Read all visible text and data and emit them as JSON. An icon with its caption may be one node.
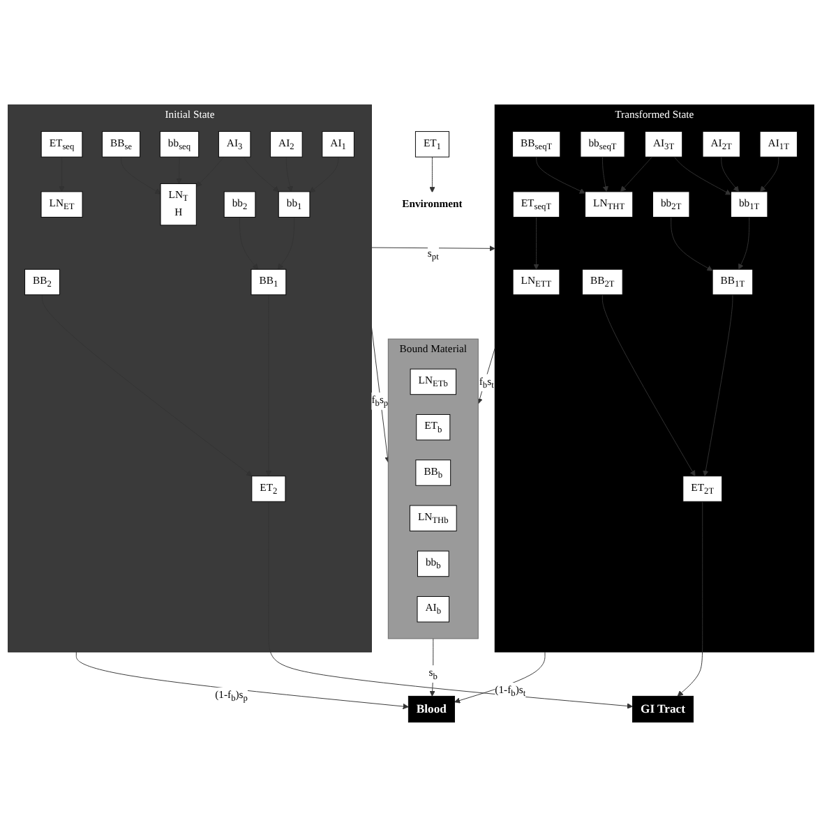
{
  "diagram": {
    "nodes": [
      {
        "text": [
          "Environment"
        ]
      },
      {
        "text": [
          "GI Tract"
        ]
      },
      {
        "text": [
          "ET$_{1}$"
        ]
      },
      {
        "text": [
          "Initial State"
        ]
      },
      {
        "text": [
          "LN$_{ET}$"
        ],
        "in": 3
      },
      {
        "text": [
          "ET$_{seq}$"
        ],
        "in": 3
      },
      {
        "text": [
          "ET$_{2}$"
        ],
        "in": 3
      },
      {
        "text": [
          "LN$_{T}$",
          "H"
        ],
        "in": 3
      },
      {
        "text": [
          "BB$_{se}$"
        ],
        "in": 3
      },
      {
        "text": [
          "BB$_{2}$"
        ],
        "in": 3
      },
      {
        "text": [
          "BB$_{1}$"
        ],
        "in": 3
      },
      {
        "text": [
          "bb$_{seq}$"
        ],
        "in": 3
      },
      {
        "text": [
          "bb$_{2}$"
        ],
        "in": 3
      },
      {
        "text": [
          "bb$_{1}$"
        ],
        "in": 3
      },
      {
        "text": [
          "AI$_{3}$"
        ],
        "in": 3
      },
      {
        "text": [
          "AI$_{2}$"
        ],
        "in": 3
      },
      {
        "text": [
          "AI$_{1}$"
        ],
        "in": 3
      },
      {
        "text": [
          "Transformed State"
        ]
      },
      {
        "text": [
          "LN$_{ETT}$"
        ],
        "in": 17
      },
      {
        "text": [
          "ET$_{seqT}$"
        ],
        "in": 17
      },
      {
        "text": [
          "ET$_{2T}$"
        ],
        "in": 17
      },
      {
        "text": [
          "LN$_{THT}$"
        ],
        "in": 17
      },
      {
        "text": [
          "BB$_{seqT}$"
        ],
        "in": 17
      },
      {
        "text": [
          "BB$_{2T}$"
        ],
        "in": 17
      },
      {
        "text": [
          "BB$_{1T}$"
        ],
        "in": 17
      },
      {
        "text": [
          "bb$_{seqT}$"
        ],
        "in": 17
      },
      {
        "text": [
          "bb$_{2T}$"
        ],
        "in": 17
      },
      {
        "text": [
          "bb$_{1T}$"
        ],
        "in": 17
      },
      {
        "text": [
          "AI$_{3T}$"
        ],
        "in": 17
      },
      {
        "text": [
          "AI$_{2T}$"
        ],
        "in": 17
      },
      {
        "text": [
          "AI$_{1T}$"
        ],
        "in": 17
      },
      {
        "text": [
          "Bound Material"
        ]
      },
      {
        "text": [
          "LN$_{ETb}$"
        ],
        "in": 31
      },
      {
        "text": [
          "ET$_{b}$"
        ],
        "in": 31
      },
      {
        "text": [
          "BB$_{b}$"
        ],
        "in": 31
      },
      {
        "text": [
          "LN$_{THb}$"
        ],
        "in": 31
      },
      {
        "text": [
          "bb$_{b}$"
        ],
        "in": 31
      },
      {
        "text": [
          "AI$_{b}$"
        ],
        "in": 31
      },
      {
        "text": [
          "Blood"
        ]
      }
    ],
    "edges": [
      {
        "from": 2,
        "to": 0,
        "arrow": "to"
      },
      {
        "from": 6,
        "to": 1,
        "arrow": "to"
      },
      {
        "from": 20,
        "to": 1,
        "arrow": "to"
      },
      {
        "from": 5,
        "to": 4,
        "arrow": "to"
      },
      {
        "from": 8,
        "to": 7,
        "arrow": "to"
      },
      {
        "from": 11,
        "to": 7,
        "arrow": "to"
      },
      {
        "from": 14,
        "to": 7,
        "arrow": "to"
      },
      {
        "from": 10,
        "to": 6,
        "arrow": "to"
      },
      {
        "from": 9,
        "to": 6,
        "arrow": "to"
      },
      {
        "from": 13,
        "to": 10,
        "arrow": "to"
      },
      {
        "from": 12,
        "to": 10,
        "arrow": "to"
      },
      {
        "from": 14,
        "to": 13,
        "arrow": "to"
      },
      {
        "from": 15,
        "to": 13,
        "arrow": "to"
      },
      {
        "from": 16,
        "to": 13,
        "arrow": "to"
      },
      {
        "from": 19,
        "to": 18,
        "arrow": "to"
      },
      {
        "from": 22,
        "to": 21,
        "arrow": "to"
      },
      {
        "from": 25,
        "to": 21,
        "arrow": "to"
      },
      {
        "from": 28,
        "to": 21,
        "arrow": "to"
      },
      {
        "from": 24,
        "to": 20,
        "arrow": "to"
      },
      {
        "from": 23,
        "to": 20,
        "arrow": "to"
      },
      {
        "from": 27,
        "to": 24,
        "arrow": "to"
      },
      {
        "from": 26,
        "to": 24,
        "arrow": "to"
      },
      {
        "from": 28,
        "to": 27,
        "arrow": "to"
      },
      {
        "from": 29,
        "to": 27,
        "arrow": "to"
      },
      {
        "from": 30,
        "to": 27,
        "arrow": "to"
      },
      {
        "from": 3,
        "to": 17,
        "arrow": "to",
        "label": "s$_{pt}$"
      },
      {
        "from": 3,
        "to": 38,
        "arrow": "to",
        "label": "(1-f$_{b}$)s$_{p}$"
      },
      {
        "from": 3,
        "to": 31,
        "arrow": "to",
        "label": "f$_{b}$s$_{p}$"
      },
      {
        "from": 17,
        "to": 31,
        "arrow": "to",
        "label": "f$_{b}$s$_{t}$"
      },
      {
        "from": 17,
        "to": 38,
        "arrow": "to",
        "label": "(1-f$_{b}$)s$_{t}$"
      },
      {
        "from": 31,
        "to": 38,
        "arrow": "to",
        "label": "s$_{b}$"
      }
    ]
  }
}
